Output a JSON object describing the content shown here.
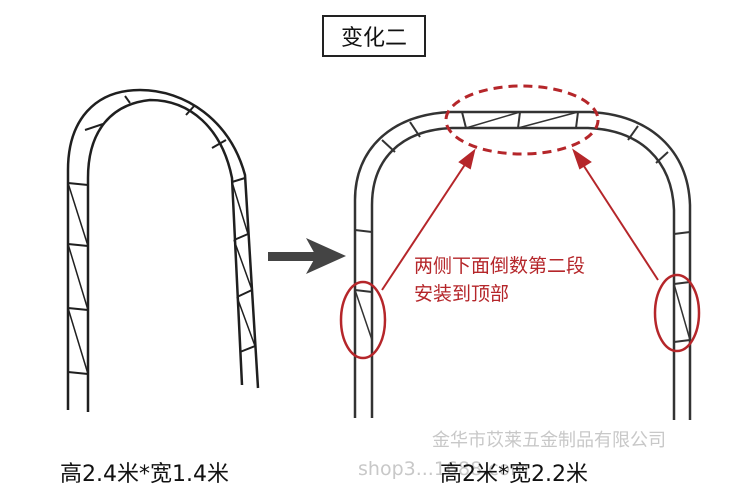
{
  "title": "变化二",
  "left_caption": "高2.4米*宽1.4米",
  "right_caption": "高2米*宽2.2米",
  "annotation": {
    "line1": "两侧下面倒数第二段",
    "line2": "安装到顶部"
  },
  "watermark": {
    "company": "金华市苡莱五金制品有限公司",
    "site": "shop3...1688.com"
  },
  "colors": {
    "frame": "#1f1f1f",
    "annotation_red": "#b5262a",
    "arrow": "#444444"
  }
}
